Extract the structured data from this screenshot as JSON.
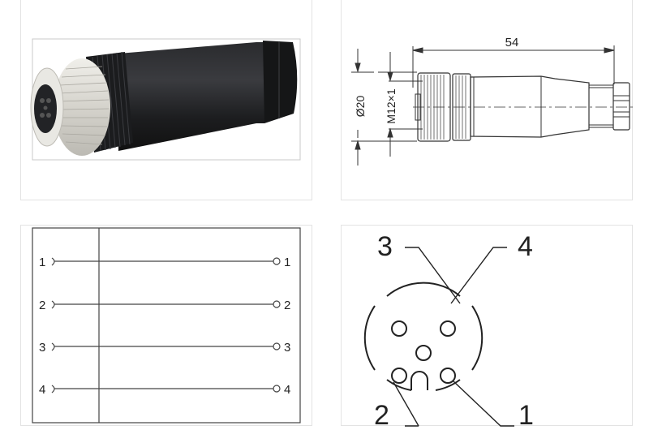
{
  "panels": {
    "photo": {
      "title": "M12 female connector product photo"
    },
    "dimensions": {
      "length_label": "54",
      "diameter_label": "Ø20",
      "thread_label": "M12×1"
    },
    "wiring": {
      "left_pins": [
        "1",
        "2",
        "3",
        "4"
      ],
      "right_pins": [
        "1",
        "2",
        "3",
        "4"
      ]
    },
    "pinout": {
      "pin_labels": {
        "top_left": "3",
        "top_right": "4",
        "bottom_left": "2",
        "bottom_right": "1"
      }
    }
  },
  "colors": {
    "border": "#e3e3e3",
    "line": "#333333",
    "connector_body": "#1e1f21",
    "coupling_nut": "#d8d6d0"
  }
}
